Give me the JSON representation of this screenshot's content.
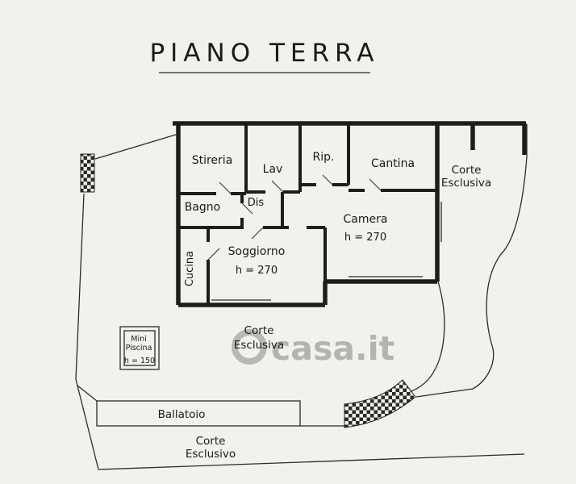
{
  "title": {
    "text": "PIANO TERRA"
  },
  "rooms": {
    "stireria": "Stireria",
    "lav": "Lav",
    "rip": "Rip.",
    "cantina": "Cantina",
    "bagno": "Bagno",
    "dis": "Dis",
    "camera": "Camera",
    "camera_height": "h = 270",
    "soggiorno": "Soggiorno",
    "soggiorno_height": "h = 270",
    "cucina": "Cucina"
  },
  "outdoor": {
    "corte_right": {
      "line1": "Corte",
      "line2": "Esclusiva"
    },
    "corte_center": {
      "line1": "Corte",
      "line2": "Esclusiva"
    },
    "corte_bottom": {
      "line1": "Corte",
      "line2": "Esclusivo"
    },
    "ballatoio": "Ballatoio",
    "mini_piscina": {
      "line1": "Mini",
      "line2": "Piscina",
      "height": "h = 150"
    }
  },
  "watermark": {
    "text": "casa.it",
    "color": "#a5a4a0"
  },
  "colors": {
    "line": "#1d1d1b",
    "background": "#f2f1ed"
  }
}
